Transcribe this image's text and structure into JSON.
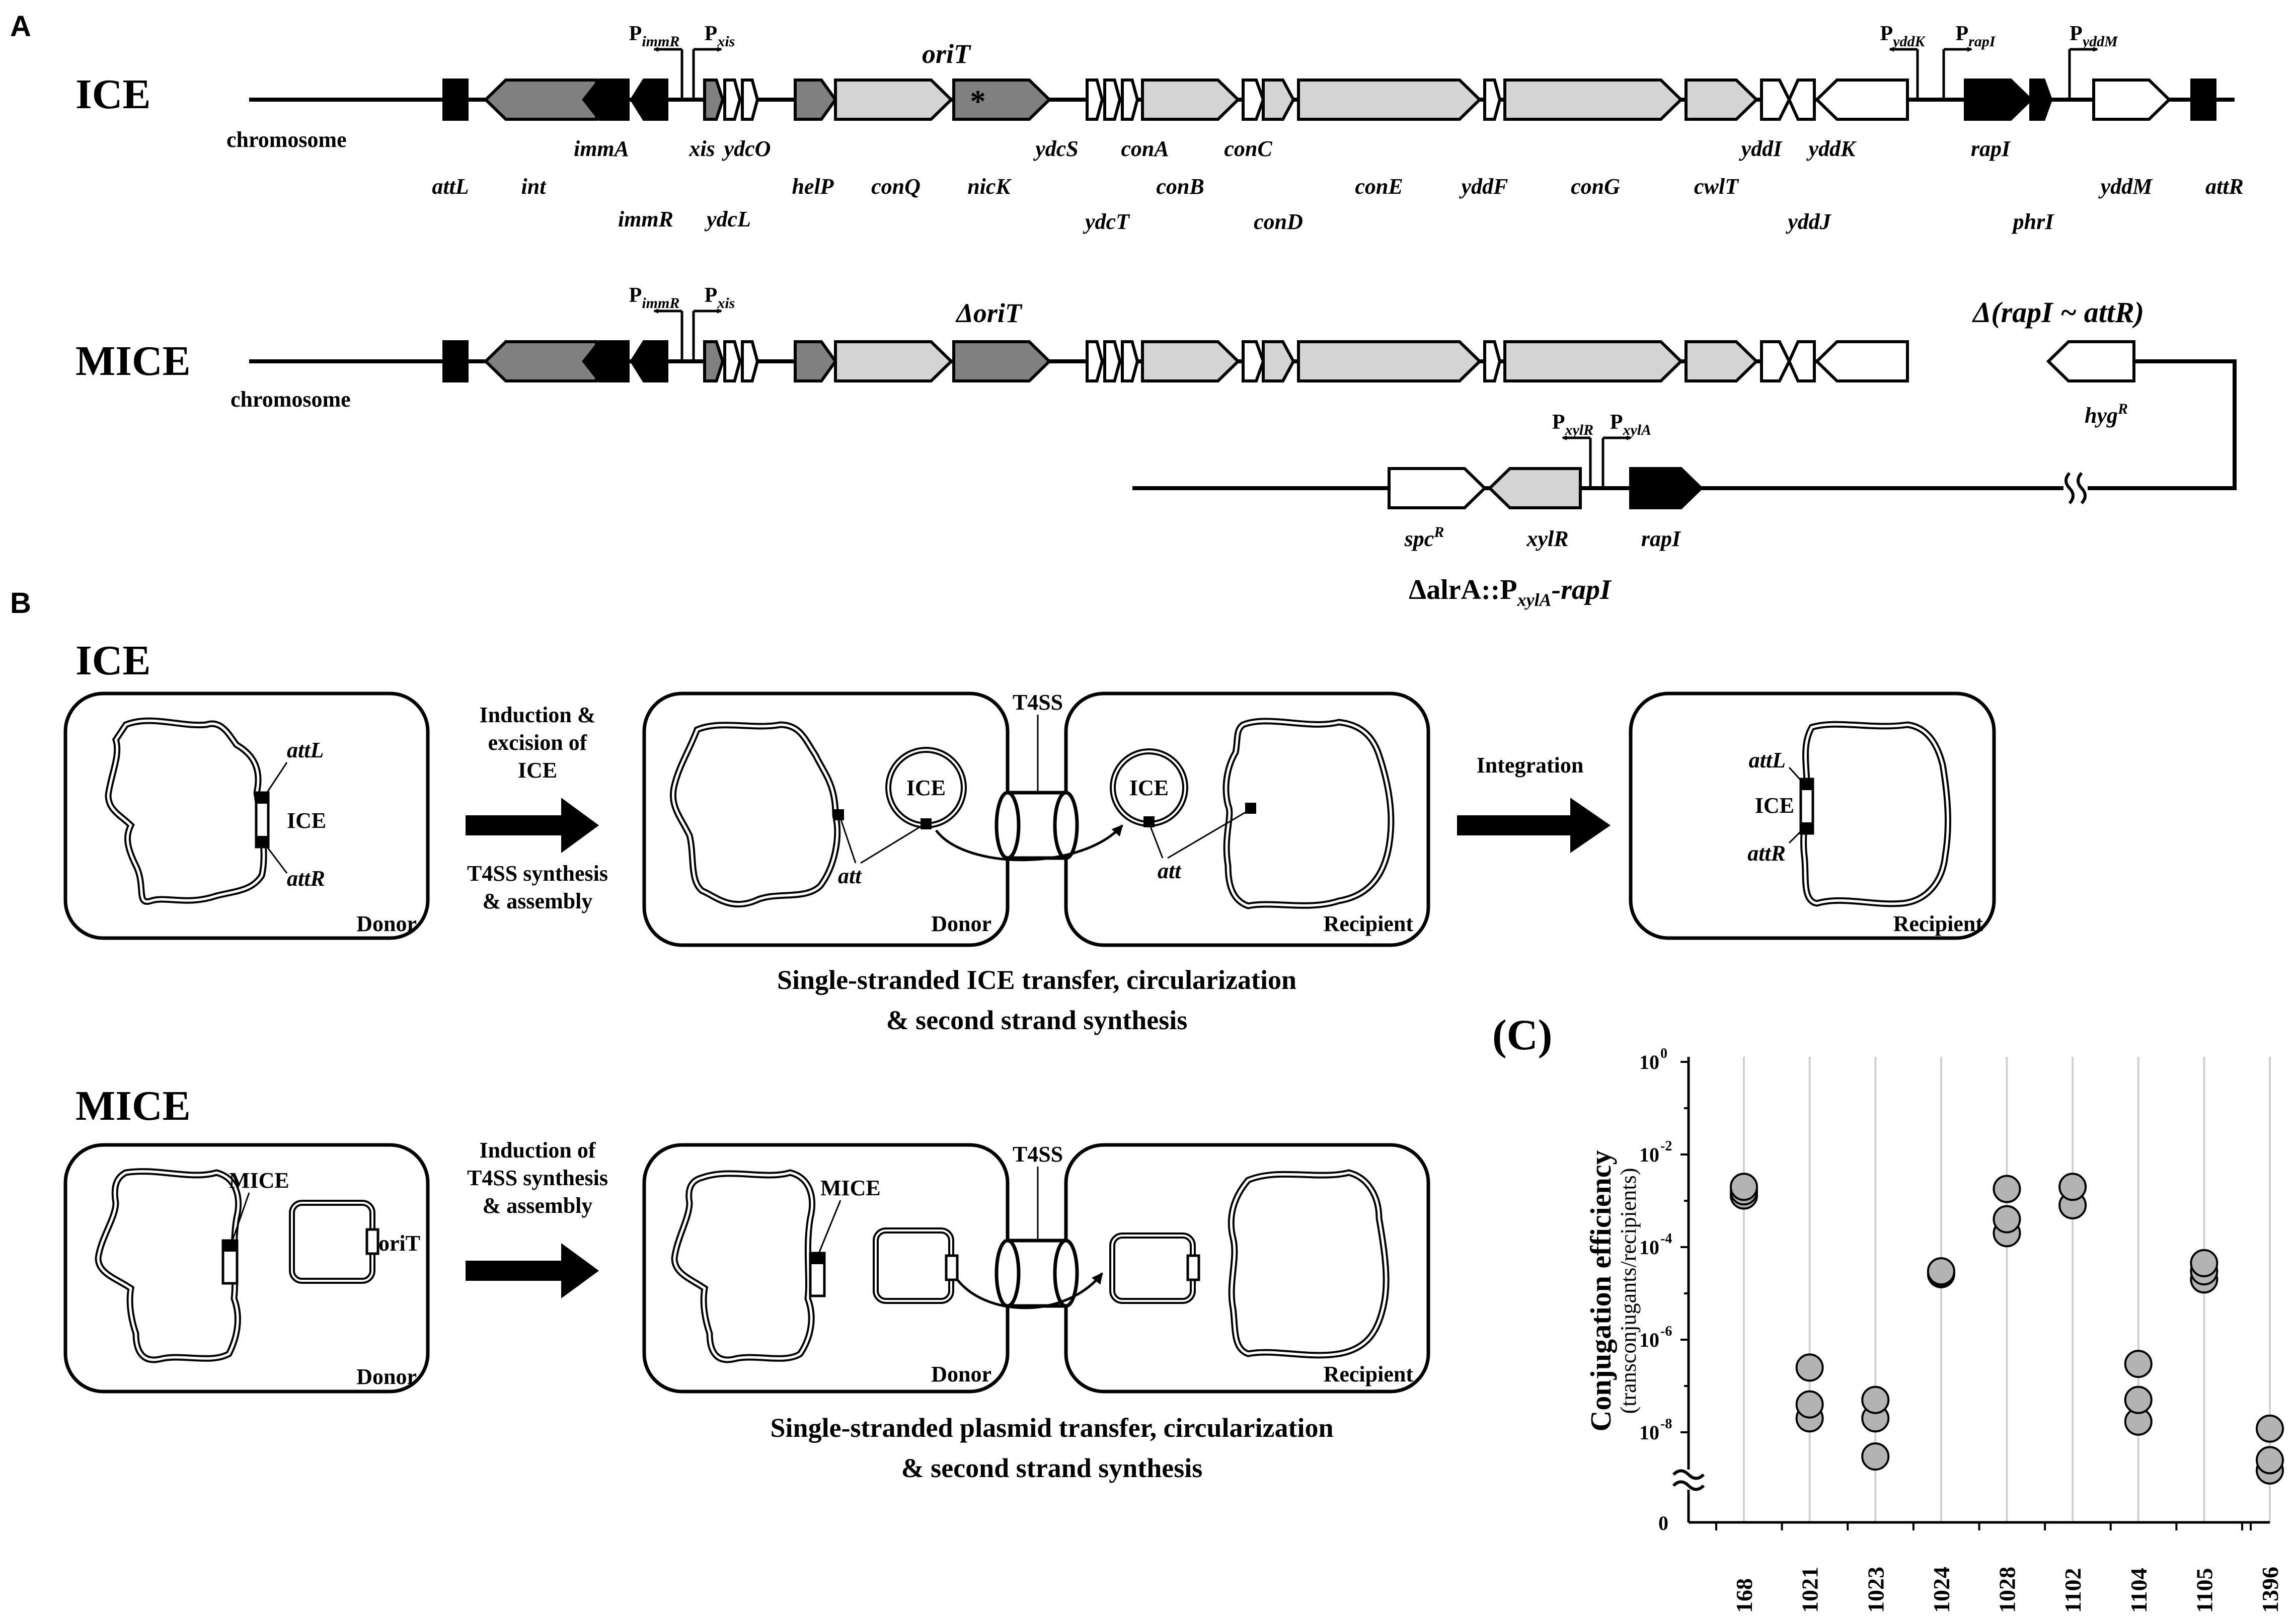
{
  "panel_a": {
    "letter": "A",
    "ice_row": {
      "title": "ICE",
      "chromosome": "chromosome",
      "oriT_label": "oriT",
      "star": "*",
      "promoters": [
        {
          "p": "P",
          "sub": "immR"
        },
        {
          "p": "P",
          "sub": "xis"
        },
        {
          "p": "P",
          "sub": "yddK"
        },
        {
          "p": "P",
          "sub": "rapI"
        },
        {
          "p": "P",
          "sub": "yddM"
        }
      ],
      "top_labels": [
        "immA",
        "xis",
        "ydcO",
        "ydcS",
        "conA",
        "conC",
        "yddI",
        "yddK",
        "rapI",
        "yddM",
        "attR"
      ],
      "bottom_labels": [
        "attL",
        "int",
        "immR",
        "ydcL",
        "helP",
        "conQ",
        "nicK",
        "ydcT",
        "conB",
        "conD",
        "conE",
        "yddF",
        "conG",
        "cwlT",
        "yddJ",
        "phrI"
      ]
    },
    "mice_row": {
      "title": "MICE",
      "chromosome": "chromosome",
      "delta_oriT": "ΔoriT",
      "deletion": "Δ(rapI ~ attR)",
      "promoters": [
        {
          "p": "P",
          "sub": "immR"
        },
        {
          "p": "P",
          "sub": "xis"
        },
        {
          "p": "P",
          "sub": "xylR"
        },
        {
          "p": "P",
          "sub": "xylA"
        }
      ],
      "hyg": {
        "base": "hyg",
        "sup": "R"
      },
      "spc": {
        "base": "spc",
        "sup": "R"
      },
      "xylR": "xylR",
      "rapI": "rapI",
      "construct": {
        "pre": "ΔalrA::P",
        "sub": "xylA",
        "post": "-rapI"
      }
    }
  },
  "panel_b": {
    "letter": "B",
    "ice": {
      "title": "ICE",
      "donor": "Donor",
      "recipient": "Recipient",
      "attL": "attL",
      "attR": "attR",
      "ice_label": "ICE",
      "att": "att",
      "t4ss": "T4SS",
      "step1": [
        "Induction &",
        "excision of",
        "ICE"
      ],
      "step1b": [
        "T4SS synthesis",
        "& assembly"
      ],
      "step2": "Integration",
      "caption": [
        "Single-stranded ICE transfer, circularization",
        "& second strand synthesis"
      ]
    },
    "mice": {
      "title": "MICE",
      "donor": "Donor",
      "recipient": "Recipient",
      "mice_label": "MICE",
      "oriT": "oriT",
      "t4ss": "T4SS",
      "step1": [
        "Induction of",
        "T4SS synthesis",
        "& assembly"
      ],
      "caption": [
        "Single-stranded plasmid transfer, circularization",
        "& second strand synthesis"
      ]
    }
  },
  "panel_c": {
    "letter": "(C)",
    "ylabel": "Conjugation efficiency",
    "ylabel2": "(transconjugants/recipients)",
    "zero_label": "0",
    "ytick_labels": [
      "10",
      "10",
      "10",
      "10",
      "10"
    ],
    "ytick_exps": [
      "0",
      "-2",
      "-4",
      "-6",
      "-8"
    ],
    "chart_data": {
      "type": "scatter",
      "xlabel": "",
      "ylabel": "Conjugation efficiency (transconjugants/recipients)",
      "y_scale": "log",
      "ylim": [
        1e-09,
        1
      ],
      "categories": [
        "168",
        "1021",
        "1023",
        "1024",
        "1028",
        "1102",
        "1104",
        "1105",
        "1396"
      ],
      "series": [
        {
          "values": [
            [
              0.0013,
              0.0016,
              0.002
            ],
            [
              2e-08,
              4e-08,
              2.5e-07
            ],
            [
              3e-09,
              2e-08,
              5e-08
            ],
            [
              2.6e-05,
              2.8e-05,
              3e-05
            ],
            [
              0.0002,
              0.0004,
              0.0018
            ],
            [
              0.0008,
              0.002
            ],
            [
              1.7e-08,
              5e-08,
              3e-07
            ],
            [
              2e-05,
              3e-05,
              4.5e-05
            ],
            [
              1.5e-09,
              2.5e-09,
              1.2e-08
            ]
          ]
        }
      ]
    }
  }
}
